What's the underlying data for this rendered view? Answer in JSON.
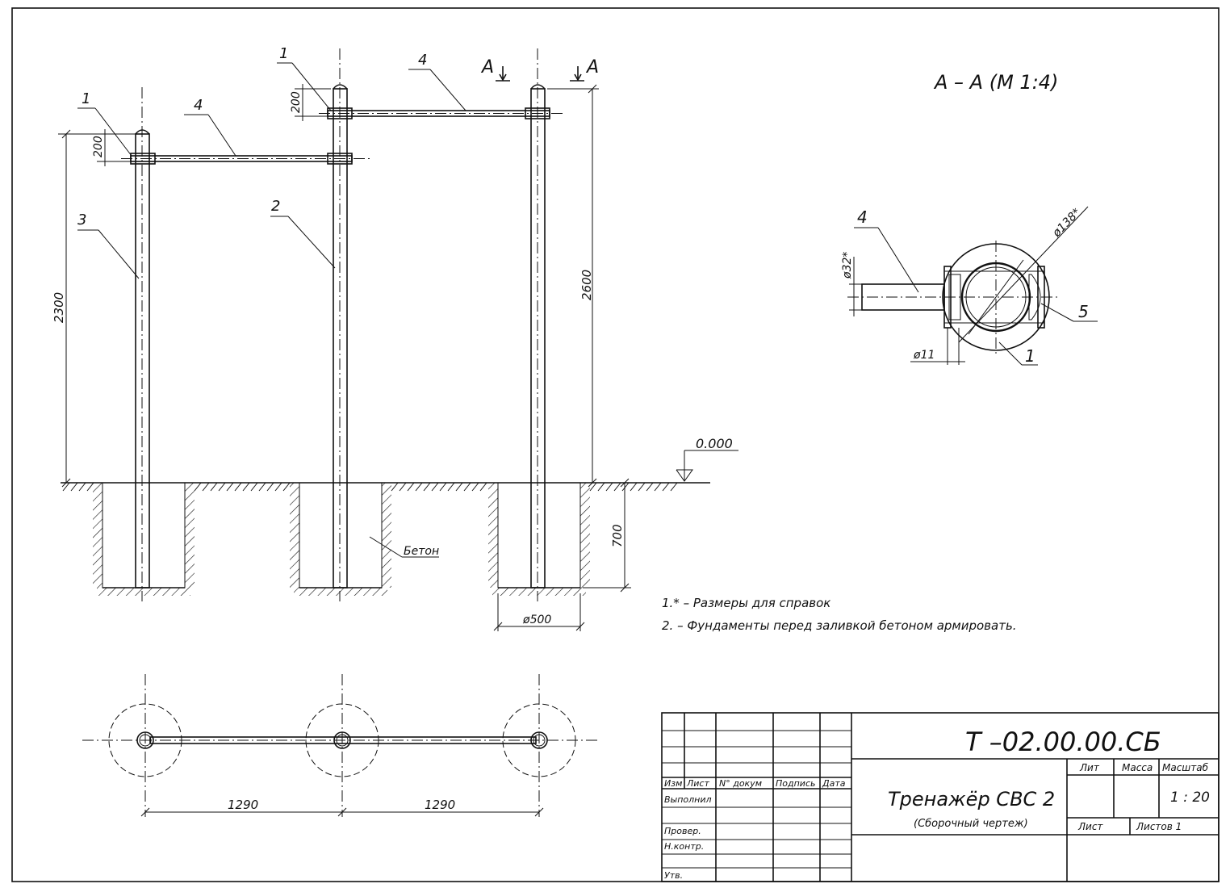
{
  "view": {
    "pos_left": "1",
    "pos_mid": "1",
    "pos_crossbar_left": "4",
    "pos_crossbar_right": "4",
    "pos_post_left": "3",
    "pos_post_mid": "2",
    "dim_200_left": "200",
    "dim_200_mid": "200",
    "dim_2300": "2300",
    "dim_2600": "2600",
    "dim_700": "700",
    "dim_d500": "ø500",
    "concrete_label": "Бетон",
    "level_mark": "0.000",
    "cut_left": "А",
    "cut_right": "А"
  },
  "section": {
    "title": "А – А (М 1:4)",
    "pos_4": "4",
    "pos_5": "5",
    "pos_1": "1",
    "dim_d32": "ø32*",
    "dim_d138": "ø138*",
    "dim_d11": "ø11"
  },
  "notes": [
    "1.* – Размеры для справок",
    "2. – Фундаменты перед заливкой бетоном армировать."
  ],
  "plan": {
    "dim_1": "1290",
    "dim_2": "1290"
  },
  "title_block": {
    "designation": "Т –02.00.00.СБ",
    "name": "Тренажёр СВС 2",
    "subtitle": "(Сборочный чертеж)",
    "col_izm": "Изм",
    "col_list": "Лист",
    "col_doc": "N° докум",
    "col_sign": "Подпись",
    "col_date": "Дата",
    "row_done": "Выполнил",
    "row_check": "Провер.",
    "row_ncontr": "Н.контр.",
    "row_approve": "Утв.",
    "lit": "Лит",
    "mass": "Масса",
    "scale_label": "Масштаб",
    "scale_value": "1 : 20",
    "sheet": "Лист",
    "sheets": "Листов 1"
  }
}
